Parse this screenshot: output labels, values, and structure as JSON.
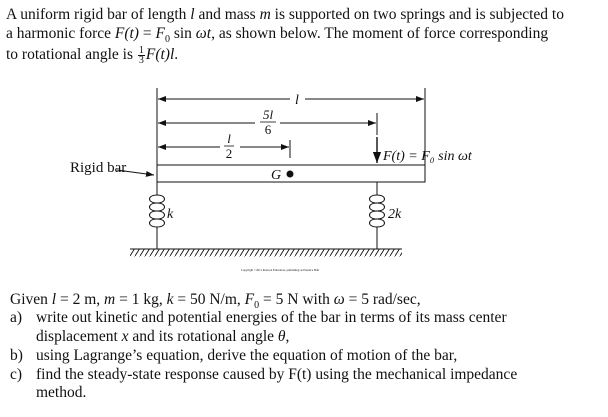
{
  "intro": {
    "line1": "A uniform rigid bar of length l and mass m is supported on two springs and is subjected to",
    "line1_parts": [
      "A uniform rigid bar of length ",
      "l",
      " and mass ",
      "m",
      " is supported on two springs and is subjected to"
    ],
    "line2_parts": [
      "a harmonic force ",
      "F(t)",
      " = ",
      "F",
      "0",
      " sin ",
      "ωt",
      ", as shown below. The moment of force corresponding"
    ],
    "line3_parts": [
      "to rotational angle is ",
      "1",
      "3",
      "F(t)l",
      "."
    ]
  },
  "figure": {
    "dim_l": "l",
    "dim_5l6_num": "5l",
    "dim_5l6_den": "6",
    "dim_l2_num": "l",
    "dim_l2_den": "2",
    "rigid_bar_label": "Rigid bar",
    "center_label": "G",
    "force_label": "F(t) = F₀ sin ωt",
    "spring_left_label": "k",
    "spring_right_label": "2k",
    "copyright": "Copyright ©2011 Pearson Education, publishing as Prentice Hall"
  },
  "given": {
    "line": "Given l = 2 m, m = 1 kg, k = 50 N/m, F₀ = 5 N with ω = 5 rad/sec,",
    "parts": [
      "Given ",
      "l",
      " = 2 m, ",
      "m",
      " = 1 kg, ",
      "k",
      " = 50 N/m, ",
      "F",
      "0",
      " = 5 N with ",
      "ω",
      " = 5 rad/sec,"
    ]
  },
  "questions": [
    {
      "label": "a)",
      "line1": "write out kinetic and potential energies of the bar in terms of its mass center",
      "line2_parts": [
        "displacement ",
        "x",
        " and its rotational angle ",
        "θ",
        ","
      ]
    },
    {
      "label": "b)",
      "line1": "using Lagrange’s equation, derive the equation of motion of the bar,"
    },
    {
      "label": "c)",
      "line1": "find the steady-state response caused by F(t) using the mechanical impedance",
      "line2": "method."
    }
  ]
}
